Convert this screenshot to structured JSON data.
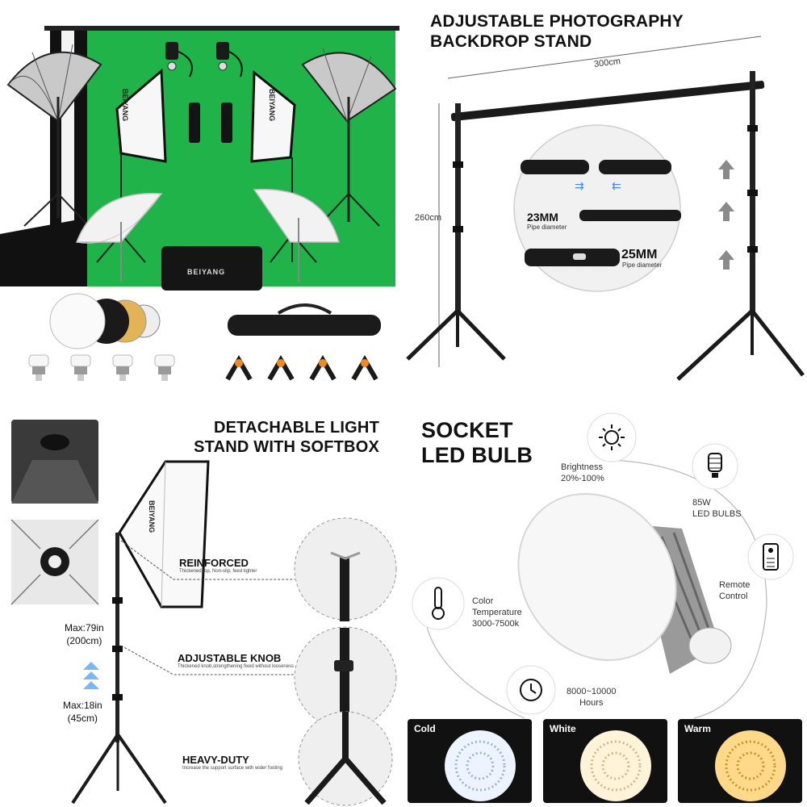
{
  "kit": {
    "brand_label": "BEIYANG"
  },
  "stand": {
    "title_line1": "ADJUSTABLE PHOTOGRAPHY",
    "title_line2": "BACKDROP STAND",
    "width_label": "300cm",
    "height_label": "260cm",
    "pipe_small": "23MM",
    "pipe_small_sub": "Pipe diameter",
    "pipe_large": "25MM",
    "pipe_large_sub": "Pipe diameter"
  },
  "light_stand": {
    "title_line1": "DETACHABLE LIGHT",
    "title_line2": "STAND WITH SOFTBOX",
    "max_height_line1": "Max:79in",
    "max_height_line2": "(200cm)",
    "min_height_line1": "Max:18in",
    "min_height_line2": "(45cm)",
    "features": [
      {
        "title": "REINFORCED",
        "desc": "Thickened top, Non-slip, feed tighter"
      },
      {
        "title": "ADJUSTABLE KNOB",
        "desc": "Thickened knob,strengthening fixed without looseness"
      },
      {
        "title": "HEAVY-DUTY",
        "desc": "Increase the support surface with wider footing"
      }
    ]
  },
  "bulb": {
    "title_line1": "SOCKET",
    "title_line2": "LED BULB",
    "features": {
      "brightness_line1": "Brightness",
      "brightness_line2": "20%-100%",
      "power_line1": "85W",
      "power_line2": "LED BULBS",
      "remote_line1": "Remote",
      "remote_line2": "Control",
      "temp_line1": "Color",
      "temp_line2": "Temperature",
      "temp_line3": "3000-7500k",
      "life_line1": "8000~10000",
      "life_line2": "Hours"
    },
    "modes": [
      "Cold",
      "White",
      "Warm"
    ]
  },
  "colors": {
    "backdrop_green": "#1fb34a",
    "metal_dark": "#1a1a1a",
    "silver": "#c9c9c9",
    "bulb_cold": "#eef4ff",
    "bulb_white": "#fff3d9",
    "bulb_warm": "#ffd98a"
  }
}
